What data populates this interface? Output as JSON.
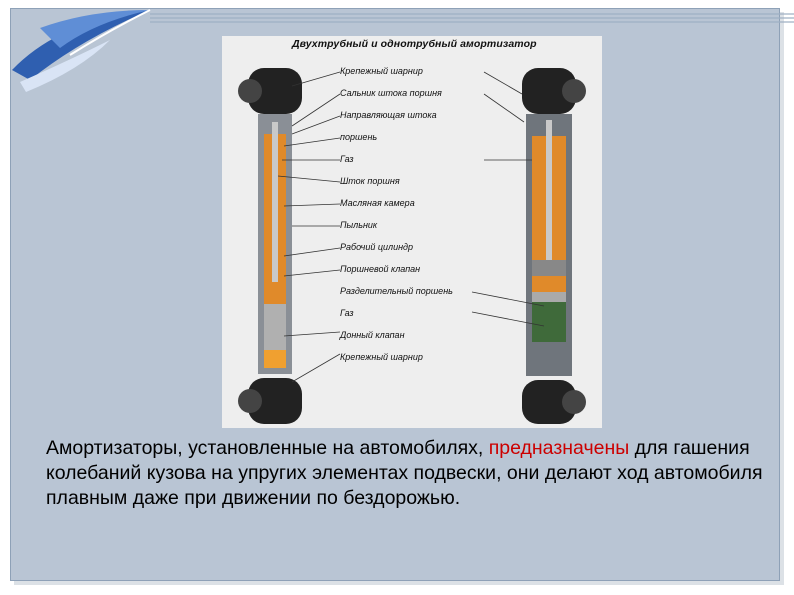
{
  "figure": {
    "title": "Двухтрубный и однотрубный амортизатор",
    "labels": [
      "Крепежный шарнир",
      "Сальник штока поршня",
      "Направляющая штока",
      "поршень",
      "Газ",
      "Шток поршня",
      "Масляная камера",
      "Пыльник",
      "Рабочий цилиндр",
      "Поршневой клапан",
      "Разделительный поршень",
      "Газ",
      "Донный клапан",
      "Крепежный шарнир"
    ]
  },
  "caption": {
    "part1": "Амортизаторы, установленные на автомобилях, ",
    "highlight": "предназначены",
    "part2": " для гашения колебаний кузова на упругих элементах подвески, они делают ход автомобиля плавным даже при движении по бездорожью."
  },
  "colors": {
    "frame": "#b9c5d4",
    "highlight": "#cc0000",
    "logo": "#2f5fb0"
  }
}
